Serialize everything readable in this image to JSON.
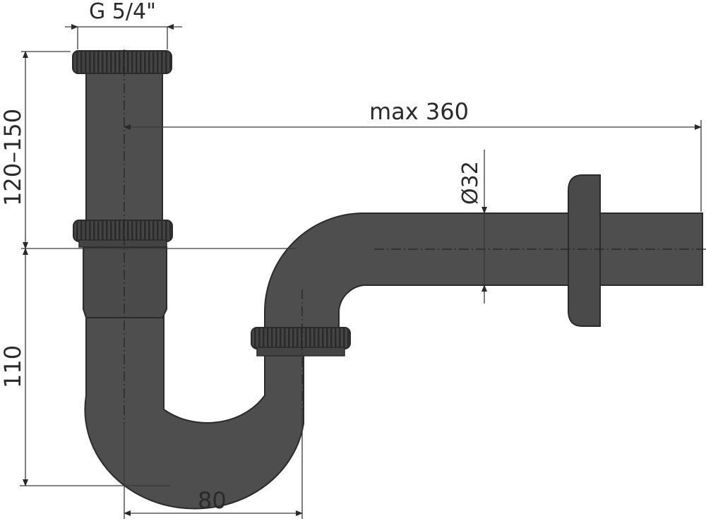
{
  "drawing": {
    "subject": "bottle siphon / tubular trap technical drawing",
    "colors": {
      "pipe_fill": "#4e4e4e",
      "pipe_outline": "#2b2b2b",
      "nut_fill": "#3f3f3f",
      "dimension_line": "#3a3a3a",
      "background": "#ffffff"
    }
  },
  "dimensions": {
    "thread": "G 5/4\"",
    "upper_height": "120–150",
    "lower_height": "110",
    "horizontal_offset": "80",
    "max_length": "max 360",
    "pipe_diameter": "Ø32"
  }
}
